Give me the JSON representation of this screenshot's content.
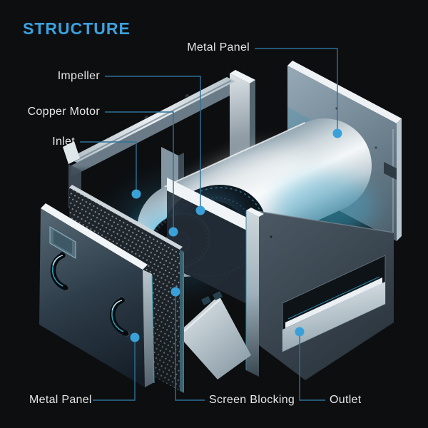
{
  "title": "STRUCTURE",
  "callouts": {
    "metal_panel_top": {
      "text": "Metal Panel"
    },
    "impeller": {
      "text": "Impeller"
    },
    "copper_motor": {
      "text": "Copper Motor"
    },
    "inlet": {
      "text": "Inlet"
    },
    "metal_panel_bottom": {
      "text": "Metal Panel"
    },
    "screen_blocking": {
      "text": "Screen Blocking"
    },
    "outlet": {
      "text": "Outlet"
    }
  },
  "colors": {
    "background": "#0d0e10",
    "accent": "#3aa2de",
    "label_text": "#e6e6e6",
    "leader_line": "#2d7196",
    "leader_dot": "#3aa1d8",
    "glow": "#35c8e8"
  }
}
